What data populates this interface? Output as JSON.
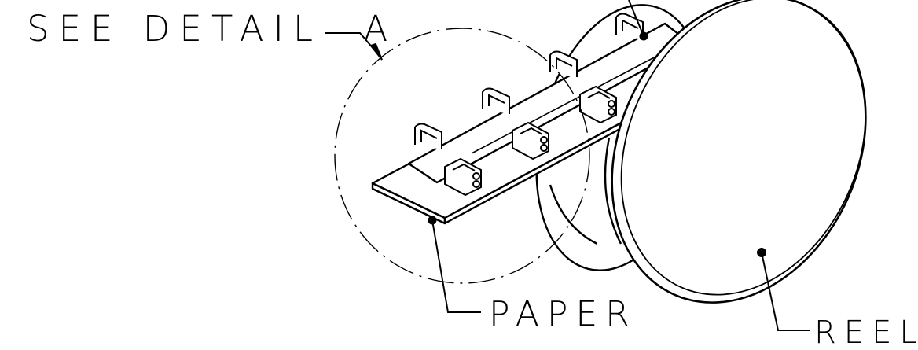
{
  "labels": {
    "see_detail": "SEE DETAIL  A",
    "paper": "PAPER",
    "reel": "REEL"
  },
  "colors": {
    "line": "#000000",
    "background": "#ffffff"
  }
}
